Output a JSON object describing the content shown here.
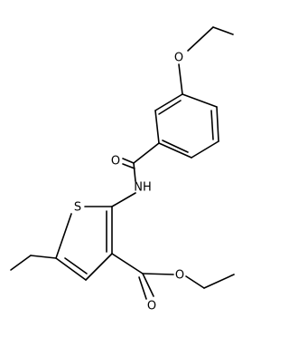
{
  "diagram": {
    "type": "chemical-structure",
    "atom_labels": {
      "ether_oxygen": "O",
      "carbonyl_oxygen": "O",
      "amide_nitrogen": "NH",
      "thiophene_sulfur": "S",
      "ester_carbonyl_oxygen": "O",
      "ester_ether_oxygen": "O"
    }
  }
}
